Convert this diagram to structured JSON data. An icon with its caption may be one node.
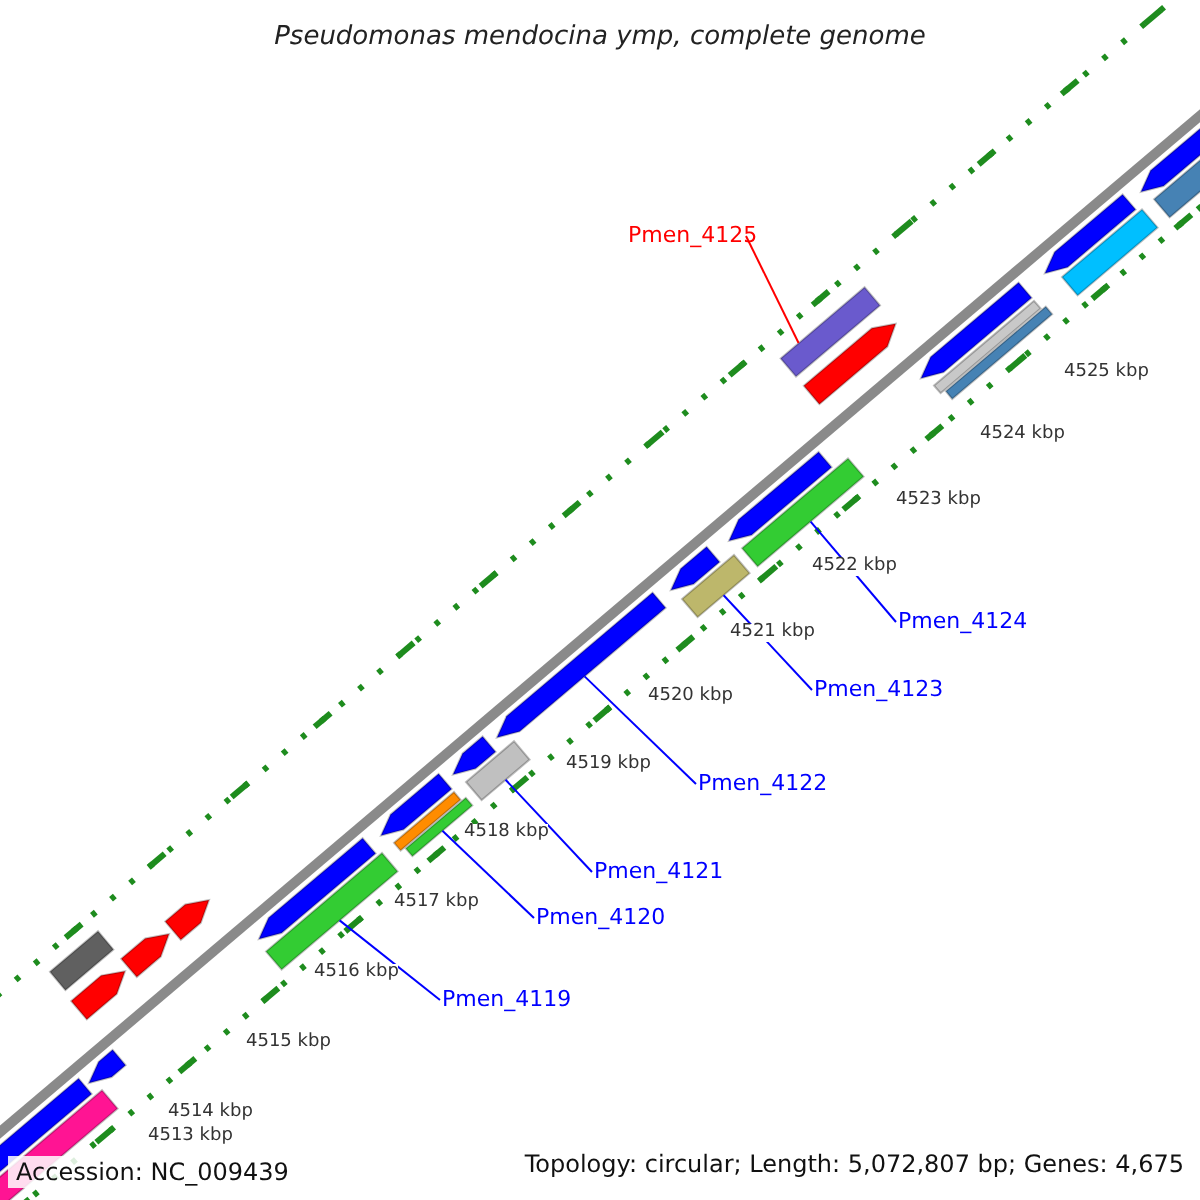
{
  "diagram": {
    "title": "Pseudomonas mendocina ymp, complete genome",
    "nodes": [
      {
        "text": [
          "Pmen_4125"
        ]
      },
      {
        "text": [],
        "shape": "bar"
      },
      {
        "text": [
          "Pmen_4124"
        ]
      },
      {
        "text": [],
        "shape": "bar"
      },
      {
        "text": [
          "Pmen_4123"
        ]
      },
      {
        "text": [],
        "shape": "bar"
      },
      {
        "text": [
          "Pmen_4122"
        ]
      },
      {
        "text": [],
        "shape": "bar"
      },
      {
        "text": [
          "Pmen_4121"
        ]
      },
      {
        "text": [],
        "shape": "bar"
      },
      {
        "text": [
          "Pmen_4120"
        ]
      },
      {
        "text": [],
        "shape": "bar"
      },
      {
        "text": [
          "Pmen_4119"
        ]
      },
      {
        "text": [],
        "shape": "bar"
      }
    ],
    "edges": [
      {
        "from": 0,
        "to": 1,
        "arrow": "none",
        "color": "#ff0000"
      },
      {
        "from": 2,
        "to": 3,
        "arrow": "none"
      },
      {
        "from": 4,
        "to": 5,
        "arrow": "none"
      },
      {
        "from": 6,
        "to": 7,
        "arrow": "none"
      },
      {
        "from": 8,
        "to": 9,
        "arrow": "none"
      },
      {
        "from": 10,
        "to": 11,
        "arrow": "none"
      },
      {
        "from": 12,
        "to": 13,
        "arrow": "none"
      }
    ],
    "labels": [
      "4525 kbp",
      "4524 kbp",
      "4523 kbp",
      "4522 kbp",
      "4521 kbp",
      "4520 kbp",
      "4519 kbp",
      "4518 kbp",
      "4517 kbp",
      "4516 kbp",
      "4515 kbp",
      "4514 kbp",
      "4513 kbp",
      "Accession: NC_009439",
      "Topology: circular; Length: 5,072,807 bp; Genes: 4,675"
    ]
  }
}
